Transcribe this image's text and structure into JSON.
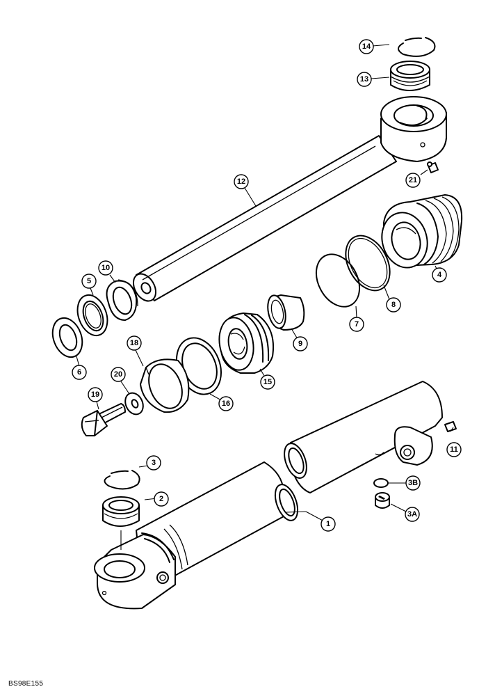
{
  "figure": {
    "code": "BS98E155"
  },
  "callouts": [
    {
      "id": "14",
      "label": "14"
    },
    {
      "id": "13",
      "label": "13"
    },
    {
      "id": "21",
      "label": "21"
    },
    {
      "id": "12",
      "label": "12"
    },
    {
      "id": "4",
      "label": "4"
    },
    {
      "id": "8",
      "label": "8"
    },
    {
      "id": "7",
      "label": "7"
    },
    {
      "id": "10",
      "label": "10"
    },
    {
      "id": "5",
      "label": "5"
    },
    {
      "id": "6",
      "label": "6"
    },
    {
      "id": "9",
      "label": "9"
    },
    {
      "id": "18",
      "label": "18"
    },
    {
      "id": "15",
      "label": "15"
    },
    {
      "id": "16",
      "label": "16"
    },
    {
      "id": "20",
      "label": "20"
    },
    {
      "id": "19",
      "label": "19"
    },
    {
      "id": "11",
      "label": "11"
    },
    {
      "id": "3",
      "label": "3"
    },
    {
      "id": "2",
      "label": "2"
    },
    {
      "id": "3B",
      "label": "3B"
    },
    {
      "id": "3A",
      "label": "3A"
    },
    {
      "id": "1",
      "label": "1"
    }
  ]
}
